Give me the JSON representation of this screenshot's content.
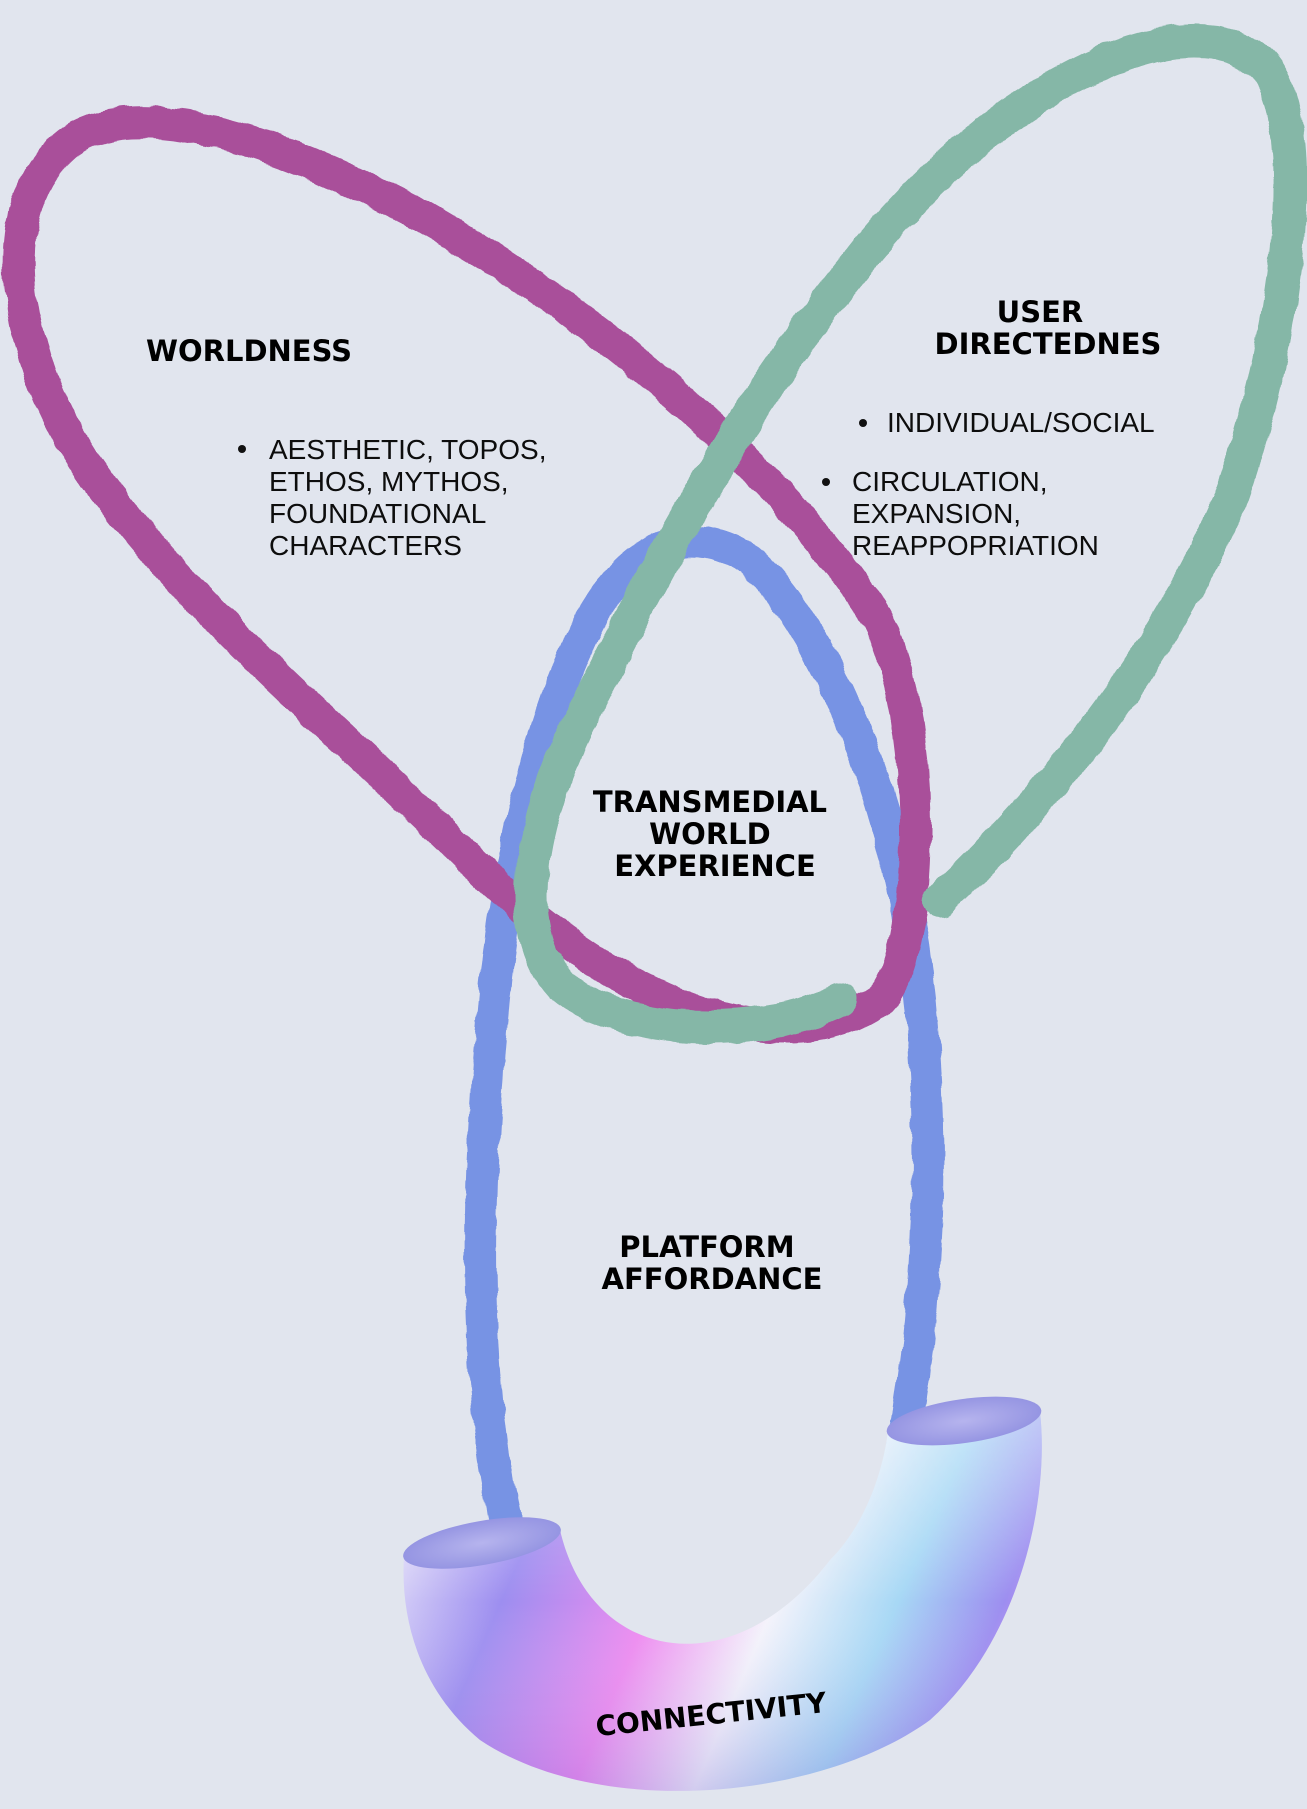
{
  "colors": {
    "background": "#e1e5ee",
    "worldness_ring": "#a9509a",
    "user_directedness_ring": "#85b7a7",
    "platform_ring": "#7793e4",
    "connectivity_tube_light": "#f4f3fb",
    "connectivity_tube_pink": "#ee8cf0",
    "connectivity_tube_violet": "#9d8ef0",
    "connectivity_tube_cyan": "#a7d8f5"
  },
  "worldness": {
    "title": "WORLDNESS",
    "items": [
      "AESTHETIC, TOPOS,",
      "ETHOS, MYTHOS,",
      "FOUNDATIONAL",
      "CHARACTERS"
    ]
  },
  "user_directedness": {
    "title_lines": [
      "USER",
      "DIRECTEDNES"
    ],
    "item_1": "INDIVIDUAL/SOCIAL",
    "item_2_lines": [
      "CIRCULATION,",
      "EXPANSION,",
      "REAPPOPRIATION"
    ]
  },
  "transmedial": {
    "title_lines": [
      "TRANSMEDIAL",
      "WORLD",
      "EXPERIENCE"
    ]
  },
  "platform": {
    "title_lines": [
      "PLATFORM",
      "AFFORDANCE"
    ]
  },
  "connectivity": {
    "title": "CONNECTIVITY"
  }
}
